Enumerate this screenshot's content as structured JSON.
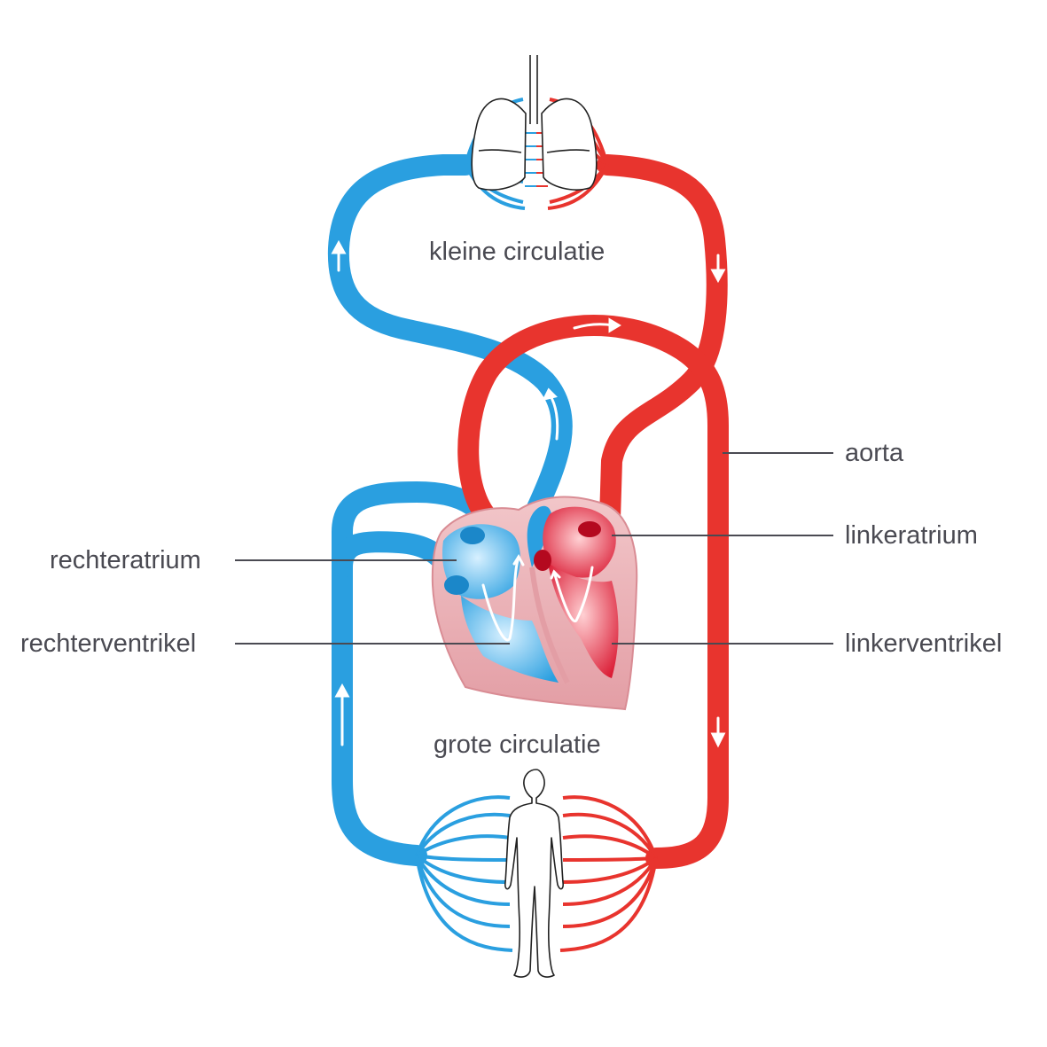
{
  "labels": {
    "pulmonary": "kleine circulatie",
    "systemic": "grote circulatie",
    "aorta": "aorta",
    "left_atrium": "linkeratrium",
    "left_ventricle": "linkerventrikel",
    "right_atrium": "rechteratrium",
    "right_ventricle": "rechterventrikel"
  },
  "colors": {
    "deoxygenated": "#2a9fe0",
    "oxygenated": "#e8342e",
    "heart_tissue": "#eab1b6",
    "label_text": "#4a4a52",
    "leader_line": "#4a4a52"
  },
  "icons": {
    "lungs": "lungs-icon",
    "body": "human-body-icon",
    "heart": "heart-icon",
    "flow_arrow": "flow-arrow-icon"
  }
}
